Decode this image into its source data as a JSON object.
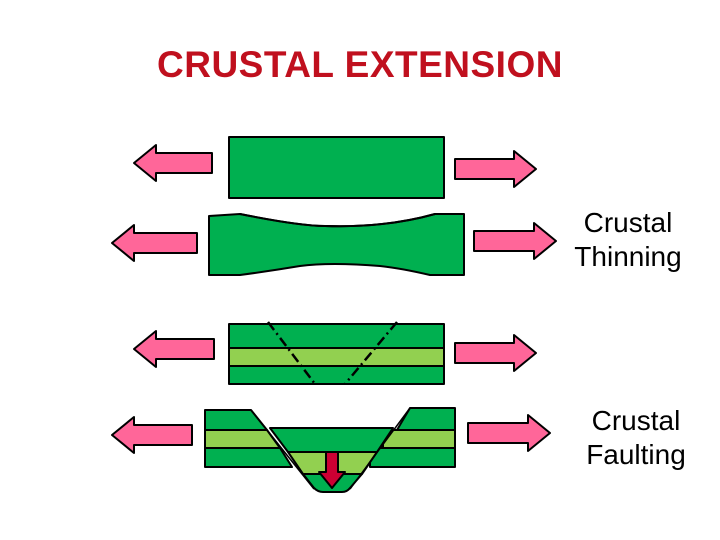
{
  "title": "CRUSTAL EXTENSION",
  "labels": {
    "thinning": {
      "line1": "Crustal",
      "line2": "Thinning"
    },
    "faulting": {
      "line1": "Crustal",
      "line2": "Faulting"
    }
  },
  "colors": {
    "title": "#c0101e",
    "crust_dark": "#00b050",
    "crust_light": "#92d050",
    "arrow_fill": "#ff6699",
    "subsidence_arrow": "#cc0033",
    "outline": "#000000"
  }
}
